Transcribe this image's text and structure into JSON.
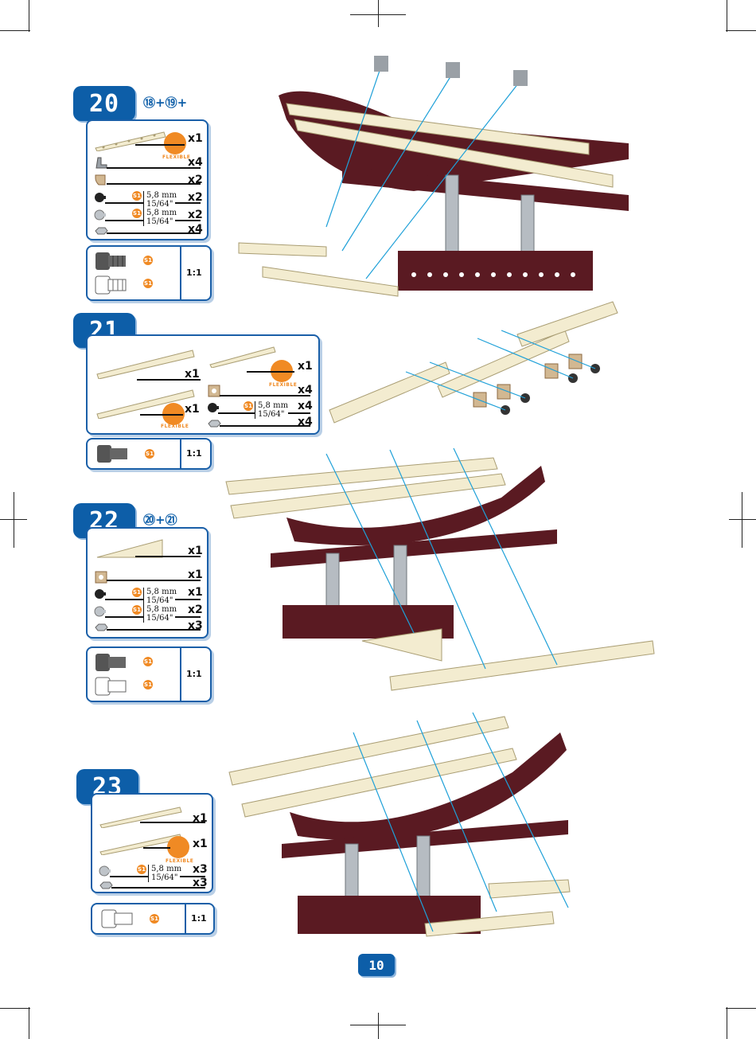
{
  "page_number": "10",
  "colors": {
    "brand_blue": "#0d5ea8",
    "accent_orange": "#f08a24",
    "maroon": "#5a1a22",
    "cream": "#f3ecd0",
    "steel": "#9aa0a6"
  },
  "flexible_label": "FLEXIBLE",
  "screw_badge": "S1",
  "screw_size": "5,8 mm",
  "screw_size_in": "15/64\"",
  "steps": [
    {
      "number": "20",
      "refs": "⑱+⑲+",
      "quantities": [
        "x1",
        "x4",
        "x2",
        "x2",
        "x2",
        "x4"
      ],
      "scale": "1:1"
    },
    {
      "number": "21",
      "quantities": [
        "x1",
        "x1",
        "x1",
        "x4",
        "x4",
        "x4"
      ],
      "scale": "1:1"
    },
    {
      "number": "22",
      "refs": "⑳+㉑",
      "quantities": [
        "x1",
        "x1",
        "x1",
        "x2",
        "x3"
      ],
      "scale": "1:1"
    },
    {
      "number": "23",
      "quantities": [
        "x1",
        "x1",
        "x3",
        "x3"
      ],
      "scale": "1:1"
    }
  ]
}
